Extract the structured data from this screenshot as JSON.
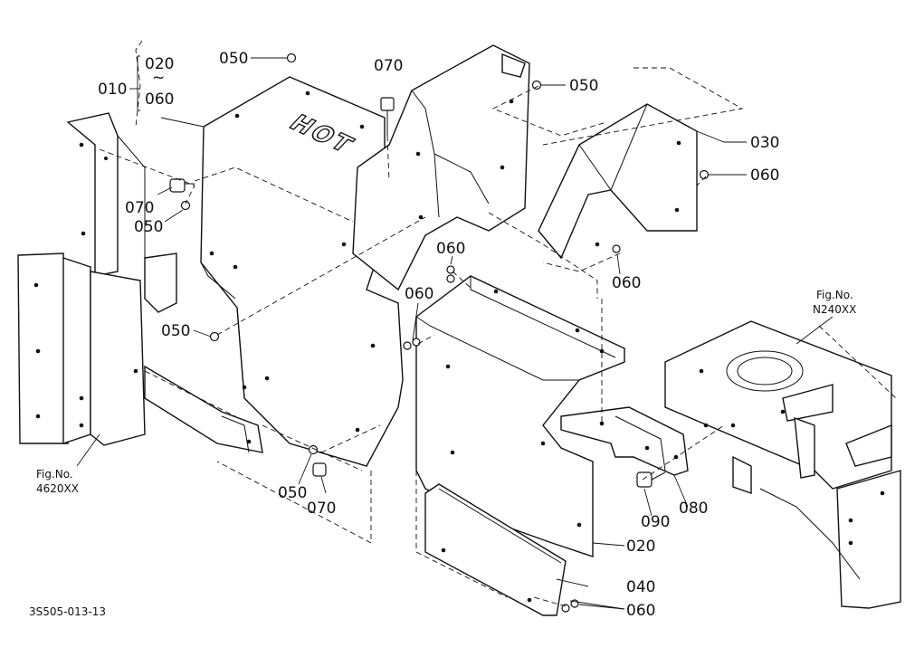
{
  "diagram": {
    "part_labels": {
      "p010": "010",
      "p020_group": "020",
      "p060_group": "060",
      "range_mark": "~",
      "p050_top": "050",
      "p070_top": "070",
      "p050_top_right": "050",
      "p030": "030",
      "p060_right": "060",
      "p070_left": "070",
      "p050_left": "050",
      "p060_center": "060",
      "p060_mid": "060",
      "p060_lower_right": "060",
      "p050_mid_left": "050",
      "p050_bottom": "050",
      "p070_bottom": "070",
      "p090": "090",
      "p080": "080",
      "p020": "020",
      "p040": "040",
      "p060_bottom": "060"
    },
    "embossed_text": "HOT",
    "fig_refs": {
      "right_title": "Fig.No.",
      "right_code": "N240XX",
      "left_title": "Fig.No.",
      "left_code": "4620XX"
    },
    "drawing_code": "3S505-013-13"
  }
}
